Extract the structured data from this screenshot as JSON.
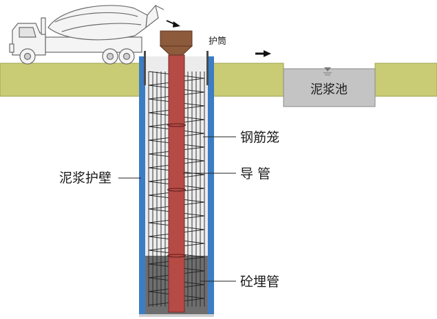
{
  "labels": {
    "casing": "护筒",
    "slurry_pit": "泥浆池",
    "rebar_cage": "钢筋笼",
    "tremie": "导 管",
    "slurry_wall": "泥浆护壁",
    "concrete_pipe": "砼埋管"
  },
  "colors": {
    "ground": "#c9cc74",
    "ground_edge": "#9fa04e",
    "slurry_wall": "#3c7dc4",
    "hole_fill": "#ececec",
    "tremie": "#b64a45",
    "hopper": "#8e5a3c",
    "concrete": "#6e6e6e",
    "pit": "#c4c4c4",
    "casing": "#4a4a4a",
    "rebar": "#222222",
    "truck": "#f4f4f4",
    "truck_outline": "#6a6a6a"
  },
  "icons": {
    "mixer_truck": "concrete-mixer-truck-icon",
    "flow_arrow": "right-arrow-icon",
    "pour_arrow": "pour-arrow-icon",
    "water_level": "water-level-icon"
  }
}
